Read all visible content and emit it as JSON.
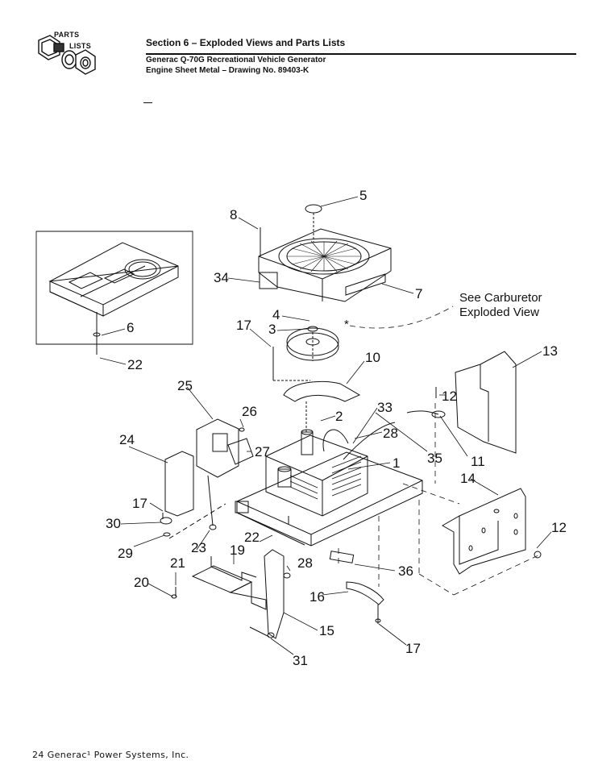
{
  "logo": {
    "line1": "PARTS",
    "line2": "LISTS"
  },
  "header": {
    "section_title": "Section 6 – Exploded Views and Parts Lists",
    "subtitle_1": "Generac Q-70G Recreational Vehicle Generator",
    "subtitle_2": "Engine Sheet Metal – Drawing No. 89403-K"
  },
  "note": {
    "line1": "See Carburetor",
    "line2": "Exploded View",
    "marker": "*"
  },
  "callouts": [
    "5",
    "8",
    "34",
    "7",
    "4",
    "3",
    "17",
    "10",
    "6",
    "22",
    "13",
    "25",
    "26",
    "24",
    "2",
    "33",
    "28",
    "12",
    "27",
    "35",
    "11",
    "1",
    "14",
    "17",
    "30",
    "29",
    "21",
    "23",
    "19",
    "22",
    "12",
    "28",
    "20",
    "36",
    "16",
    "15",
    "31",
    "17"
  ],
  "footer": {
    "page": "24",
    "company": "Generac¹ Power Systems, Inc."
  }
}
